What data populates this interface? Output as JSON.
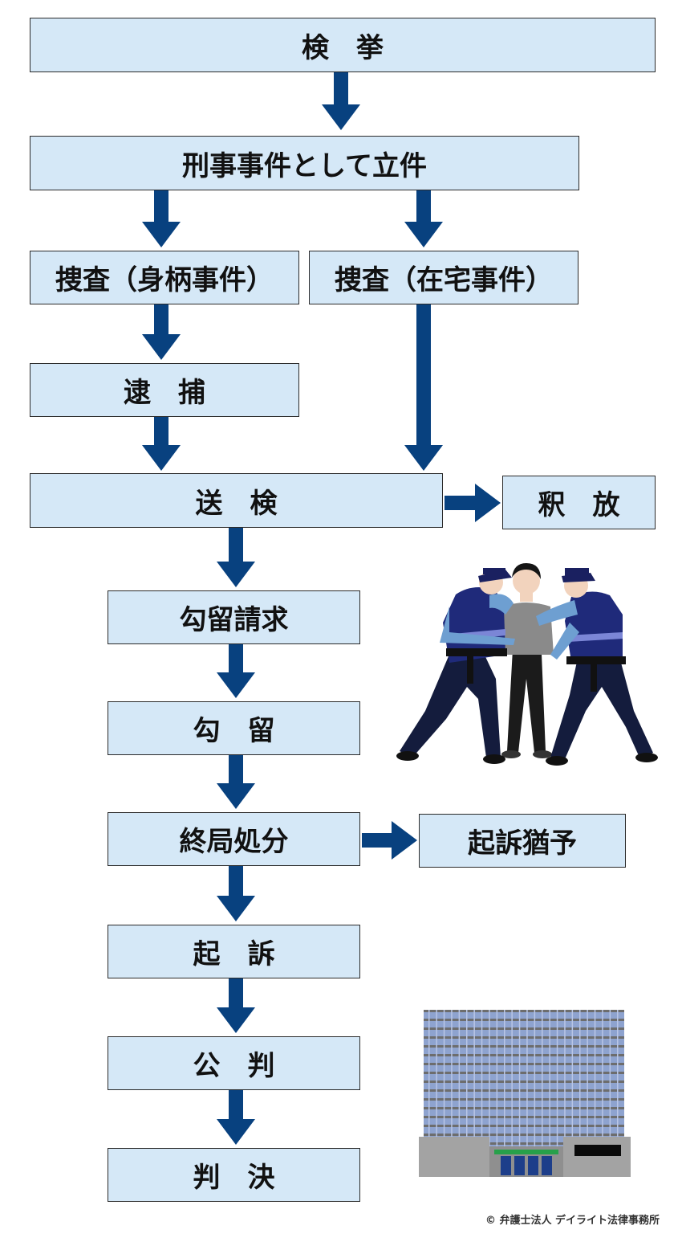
{
  "colors": {
    "box_fill": "#d5e8f7",
    "arrow": "#08417f",
    "border": "#2b2b2b"
  },
  "steps": {
    "kenkyo": "検　挙",
    "rikken": "刑事事件として立件",
    "sousa_migara": "捜査（身柄事件）",
    "sousa_zaitaku": "捜査（在宅事件）",
    "taiho": "逮　捕",
    "souken": "送　検",
    "shakuhou": "釈　放",
    "kouryuu_seikyuu": "勾留請求",
    "kouryuu": "勾　留",
    "shuukyoku": "終局処分",
    "kiso_yuuyo": "起訴猶予",
    "kiso": "起　訴",
    "kouhan": "公　判",
    "hanketsu": "判　決"
  },
  "illustrations": {
    "arrest": "police-arrest-illustration",
    "court": "court-building-illustration"
  },
  "copyright": "© 弁護士法人 デイライト法律事務所"
}
